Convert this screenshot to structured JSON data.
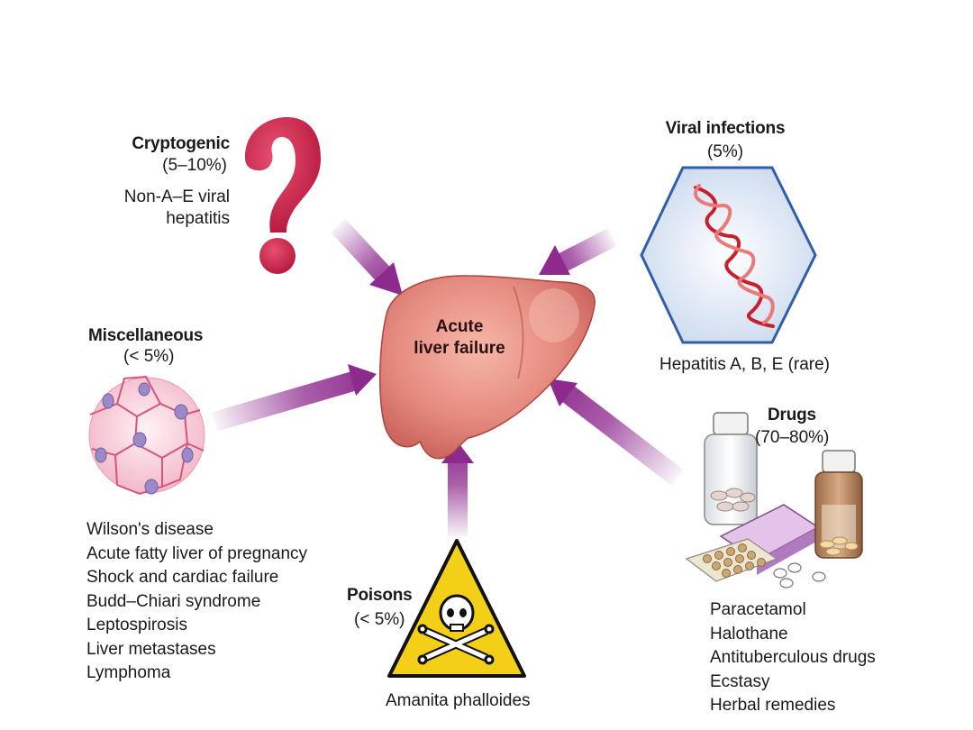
{
  "center": {
    "line1": "Acute",
    "line2": "liver failure"
  },
  "cryptogenic": {
    "title": "Cryptogenic",
    "pct": "(5–10%)",
    "desc1": "Non-A–E viral",
    "desc2": "hepatitis"
  },
  "viral": {
    "title": "Viral infections",
    "pct": "(5%)",
    "desc": "Hepatitis A, B, E (rare)"
  },
  "misc": {
    "title": "Miscellaneous",
    "pct": "(< 5%)",
    "items": [
      "Wilson's disease",
      "Acute fatty liver of pregnancy",
      "Shock and cardiac failure",
      "Budd–Chiari syndrome",
      "Leptospirosis",
      "Liver metastases",
      "Lymphoma"
    ]
  },
  "poisons": {
    "title": "Poisons",
    "pct": "(< 5%)",
    "desc": "Amanita phalloides"
  },
  "drugs": {
    "title": "Drugs",
    "pct": "(70–80%)",
    "items": [
      "Paracetamol",
      "Halothane",
      "Antituberculous drugs",
      "Ecstasy",
      "Herbal remedies"
    ]
  },
  "icons": [
    "question-mark-icon",
    "virus-helix-icon",
    "liver-cells-icon",
    "poison-skull-icon",
    "drug-bottles-icon"
  ],
  "colors": {
    "arrow": "#8e2a8e",
    "liver": "#e58a7e",
    "question": "#d0294f",
    "hexagon": "#2f5fa8",
    "warning": "#f4cf17"
  }
}
